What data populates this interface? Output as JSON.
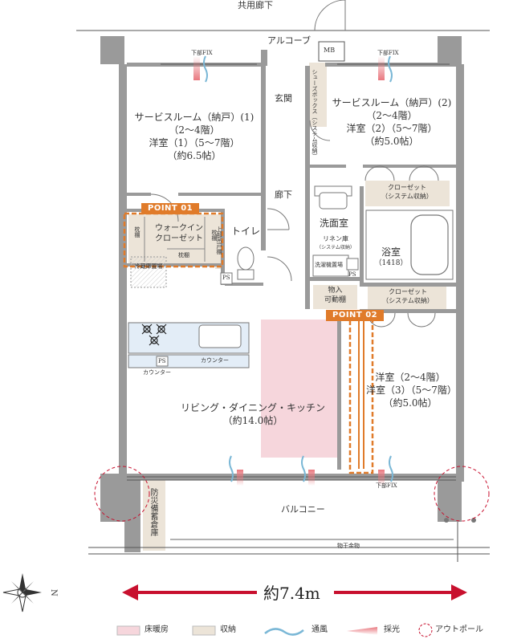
{
  "labels": {
    "corridor_shared": "共用廊下",
    "alcove": "アルコーブ",
    "mb": "MB",
    "fix_left": "下部FIX",
    "fix_right": "下部FIX",
    "fix_bottom": "下部FIX",
    "entrance": "玄関",
    "shoes_box": "シューズボックス（システム収納）",
    "hallway": "廊下",
    "balcony": "バルコニー",
    "hanger": "物干金物",
    "storage_vertical": "防災備蓄倉庫",
    "fridge": "冷蔵庫置場",
    "counter": "カウンター",
    "counter_small": "カウンター",
    "ps1": "PS",
    "ps2": "PS",
    "ps3": "PS"
  },
  "rooms": {
    "service1": [
      "サービスルーム（納戸）(1)",
      "（2〜4階）",
      "洋室（1）（5〜7階）",
      "（約6.5帖）"
    ],
    "service2": [
      "サービスルーム（納戸）(2)",
      "（2〜4階）",
      "洋室（2）（5〜7階）",
      "（約5.0帖）"
    ],
    "walkin": [
      "ウォークイン",
      "クローゼット"
    ],
    "walkin_shelf_left": "枕棚",
    "walkin_shelf_right": "枕棚",
    "walkin_shelf_bottom": "枕棚",
    "toilet": "トイレ",
    "toilet_shelf": "上部吊戸棚",
    "washroom": "洗面室",
    "linen": [
      "リネン庫",
      "（システム収納）"
    ],
    "washer": "洗濯機置場",
    "bath": [
      "浴室",
      "（1418）"
    ],
    "closet1": [
      "クローゼット",
      "（システム収納）"
    ],
    "closet2": [
      "クローゼット",
      "（システム収納）"
    ],
    "storage_small": [
      "物入",
      "可動棚"
    ],
    "bedroom3": [
      "洋室（2〜4階）",
      "洋室（3）（5〜7階）",
      "（約5.0帖）"
    ],
    "ldk": [
      "リビング・ダイニング・キッチン",
      "（約14.0帖）"
    ]
  },
  "points": {
    "p1": "POINT 01",
    "p2": "POINT 02"
  },
  "dimension": "約7.4m",
  "legend": {
    "floor_heating": "床暖房",
    "storage": "収納",
    "ventilation": "通風",
    "daylight": "採光",
    "outpole": "アウトポール"
  },
  "colors": {
    "wall": "#9a9a9a",
    "floor_heating": "#f6d6dc",
    "storage": "#ece4d8",
    "accent_orange": "#e07b2a",
    "arrow_red": "#c8102e",
    "wind_blue": "#7ab7d6",
    "light_red": "#e9787f",
    "kitchen_blue": "#e3edf7"
  },
  "icons": {
    "compass": "compass-icon"
  }
}
